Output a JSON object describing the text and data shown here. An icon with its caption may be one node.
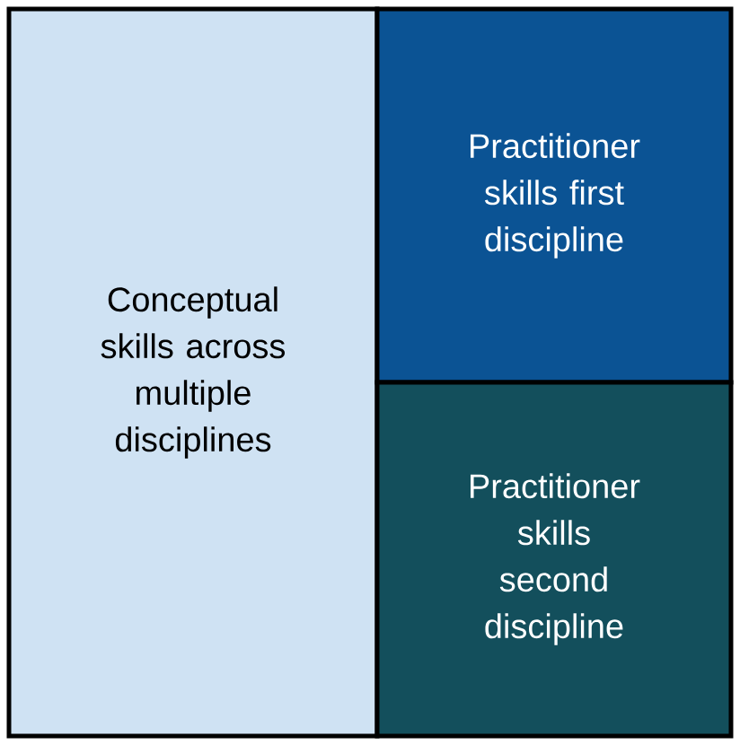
{
  "diagram": {
    "nodes": [
      {
        "text": [
          "Conceptual skills across multiple disciplines"
        ]
      },
      {
        "text": [
          "Practitioner skills first discipline"
        ]
      },
      {
        "text": [
          "Practitioner skills second discipline"
        ]
      }
    ]
  }
}
